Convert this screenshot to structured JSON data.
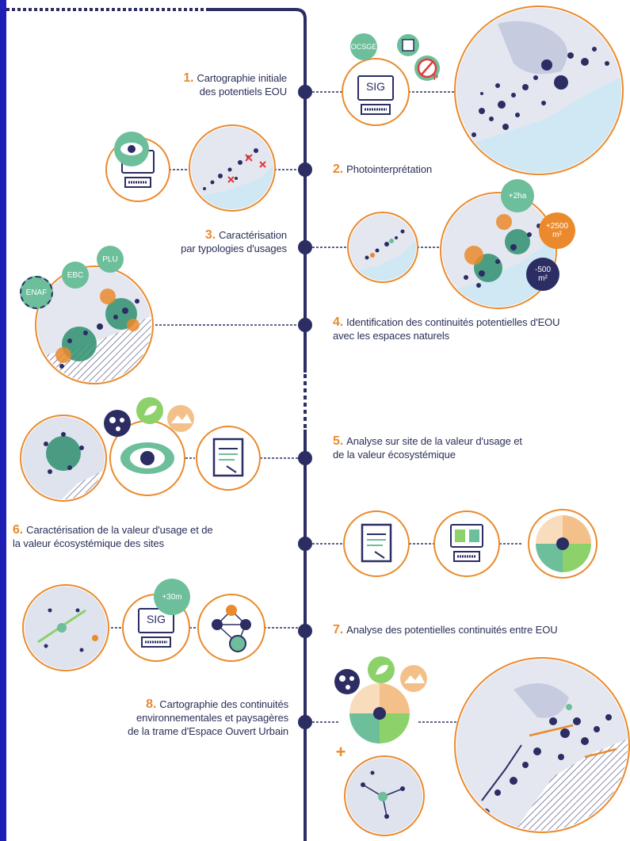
{
  "colors": {
    "frame": "#1e1fb4",
    "navy": "#2b2d63",
    "orange": "#ea8a2c",
    "green": "#6cbf9a",
    "light_green": "#8cd16a",
    "water": "#cfe8f3",
    "land": "#d9ddea"
  },
  "steps": [
    {
      "num": "1.",
      "line1": "Cartographie initiale",
      "line2": "des potentiels EOU"
    },
    {
      "num": "2.",
      "line1": "Photointerprétation"
    },
    {
      "num": "3.",
      "line1": "Caractérisation",
      "line2": "par typologies d'usages"
    },
    {
      "num": "4.",
      "line1": "Identification des continuités potentielles d'EOU",
      "line2": "avec les espaces naturels"
    },
    {
      "num": "5.",
      "line1": "Analyse sur site de la valeur d'usage et",
      "line2": "de la valeur écosystémique"
    },
    {
      "num": "6.",
      "line1": "Caractérisation de la valeur d'usage et de",
      "line2": "la valeur écosystémique des sites"
    },
    {
      "num": "7.",
      "line1": "Analyse des potentielles continuités entre EOU"
    },
    {
      "num": "8.",
      "line1": "Cartographie des continuités",
      "line2": "environnementales et paysagères",
      "line3": "de la trame d'Espace Ouvert Urbain"
    }
  ],
  "badges": {
    "ocsge": "OCSGE",
    "sig": "SIG",
    "parking": "P",
    "ha2": "+2ha",
    "m2500": "+2500",
    "m2500_unit": "m²",
    "m500": "-500",
    "m500_unit": "m²",
    "enaf": "ENAF",
    "ebc": "EBC",
    "plu": "PLU",
    "m30": "+30m",
    "plus": "+"
  },
  "icons": [
    "computer-icon",
    "eye-icon",
    "document-icon",
    "network-icon",
    "leaf-icon",
    "landscape-icon",
    "radial-chart-icon",
    "map-icon"
  ]
}
